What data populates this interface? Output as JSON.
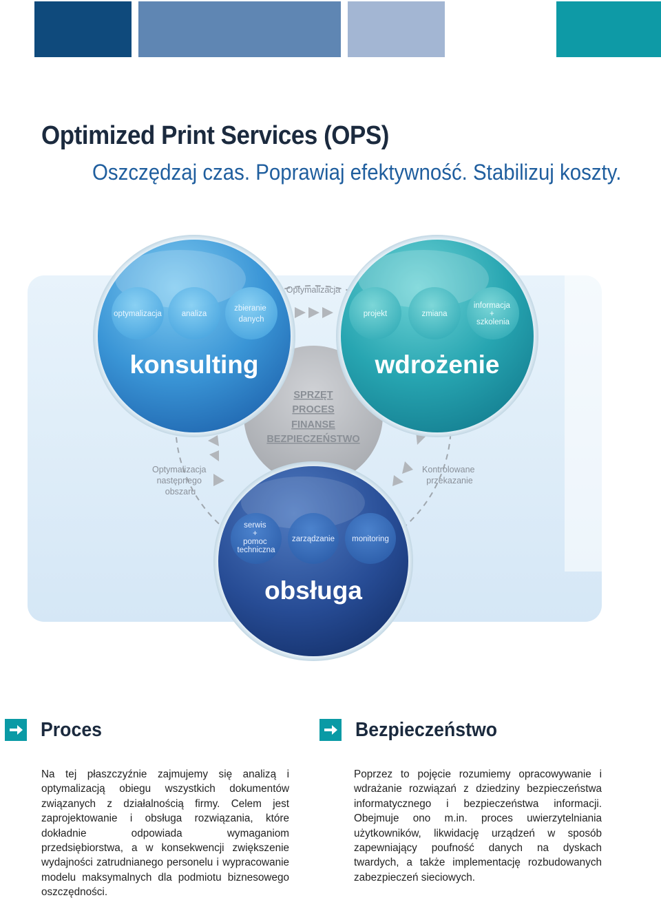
{
  "colors": {
    "bar1": "#0f4a7c",
    "bar2": "#5f86b3",
    "bar3": "#a3b6d3",
    "bar4": "#0e9aa6",
    "accent": "#0a9aa5"
  },
  "header": {
    "title": "Optimized Print Services (OPS)",
    "subtitle": "Oszczędzaj czas. Poprawiaj efektywność. Stabilizuj koszty."
  },
  "diagram": {
    "top_label": "Optymalizacja",
    "konsulting": {
      "label": "konsulting",
      "bubbles": [
        [
          "optymalizacja"
        ],
        [
          "analiza"
        ],
        [
          "zbieranie",
          "danych"
        ]
      ]
    },
    "wdrozenie": {
      "label": "wdrożenie",
      "bubbles": [
        [
          "projekt"
        ],
        [
          "zmiana"
        ],
        [
          "informacja",
          "+",
          "szkolenia"
        ]
      ]
    },
    "center": {
      "items": [
        "SPRZĘT",
        "PROCES",
        "FINANSE",
        "BEZPIECZEŃSTWO"
      ]
    },
    "left_label": [
      "Optymalizacja",
      "następnego",
      "obszaru"
    ],
    "right_label": [
      "Kontrolowane",
      "przekazanie"
    ],
    "obsluga": {
      "label": "obsługa",
      "bubbles": [
        [
          "serwis",
          "+",
          "pomoc",
          "techniczna"
        ],
        [
          "zarządzanie"
        ],
        [
          "monitoring"
        ]
      ]
    }
  },
  "sections": {
    "proces": {
      "title": "Proces",
      "text": "Na tej płaszczyźnie zajmujemy się analizą i optymalizacją obiegu wszystkich dokumentów związanych z działalnością firmy. Celem jest zaprojektowanie i obsługa rozwiązania, które dokładnie odpowiada wymaganiom przedsiębiorstwa, a w konsekwencji zwiększenie wydajności zatrudnianego personelu i wypracowanie modelu maksymalnych dla podmiotu biznesowego oszczędności."
    },
    "bezpieczenstwo": {
      "title": "Bezpieczeństwo",
      "text": "Poprzez to pojęcie rozumiemy opracowywanie i wdrażanie rozwiązań z dziedziny bezpieczeństwa informatycznego i bezpieczeństwa informacji. Obejmuje ono m.in. proces uwierzytelniania użytkowników, likwidację urządzeń w sposób zapewniający poufność danych na dyskach twardych, a także implementację rozbudowanych zabezpieczeń sieciowych."
    }
  }
}
